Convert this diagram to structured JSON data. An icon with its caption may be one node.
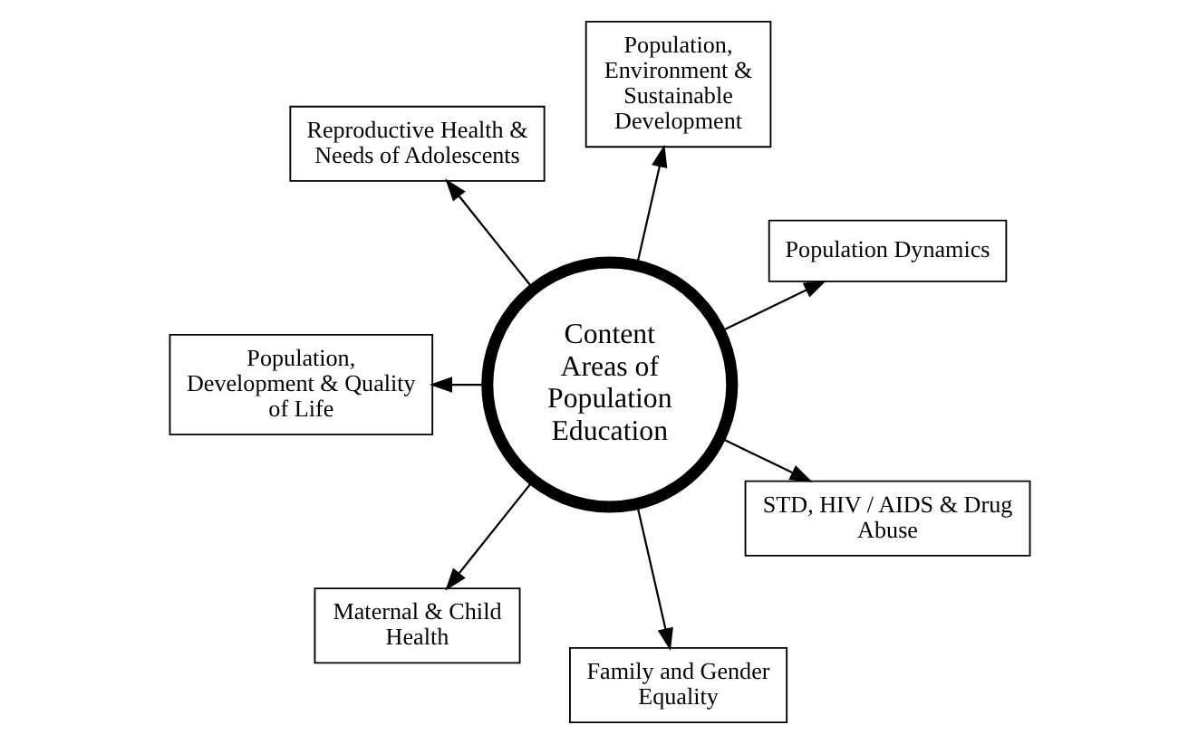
{
  "diagram": {
    "nodes": [
      {
        "text": [
          "Population Dynamics"
        ]
      },
      {
        "text": [
          "Population, Environment & Sustainable Development"
        ]
      },
      {
        "text": [
          "Reproductive Health & Needs of Adolescents"
        ]
      },
      {
        "text": [
          "Content Areas of Population Education"
        ]
      },
      {
        "text": [
          "Population, Development & Quality of Life"
        ]
      },
      {
        "text": [
          "Maternal & Child Health"
        ]
      },
      {
        "text": [
          "Family and Gender Equality"
        ]
      },
      {
        "text": [
          "STD, HIV / AIDS & Drug Abuse"
        ]
      }
    ],
    "edges": [
      {
        "from": 3,
        "to": 0,
        "arrow": "to"
      },
      {
        "from": 3,
        "to": 1,
        "arrow": "to"
      },
      {
        "from": 3,
        "to": 4,
        "arrow": "to"
      },
      {
        "from": 3,
        "to": 6,
        "arrow": "to"
      },
      {
        "from": 3,
        "to": 7,
        "arrow": "to"
      },
      {
        "from": 3,
        "to": 5,
        "arrow": "to"
      },
      {
        "from": 3,
        "to": 2,
        "arrow": "to"
      }
    ]
  }
}
